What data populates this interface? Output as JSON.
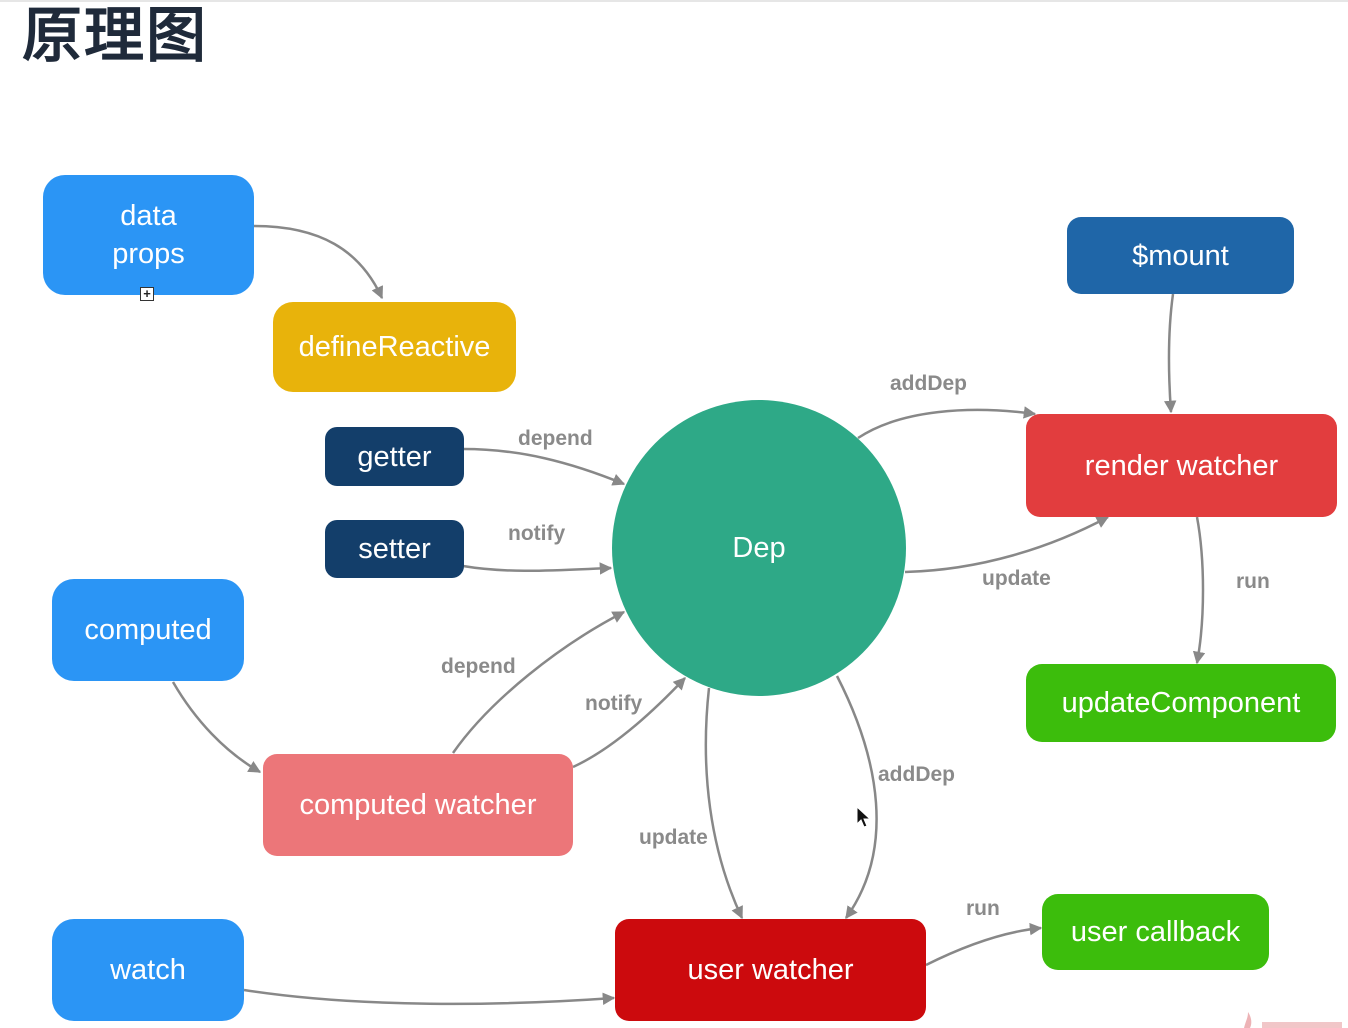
{
  "title": "原理图",
  "nodes": {
    "data_props": {
      "lines": [
        "data",
        "props"
      ],
      "color": "#2b95f5"
    },
    "define_reactive": {
      "label": "defineReactive",
      "color": "#e8b30b"
    },
    "getter": {
      "label": "getter",
      "color": "#133e6a"
    },
    "setter": {
      "label": "setter",
      "color": "#133e6a"
    },
    "computed": {
      "label": "computed",
      "color": "#2b95f5"
    },
    "computed_watcher": {
      "label": "computed watcher",
      "color": "#ec7679"
    },
    "watch": {
      "label": "watch",
      "color": "#2b95f5"
    },
    "dep": {
      "label": "Dep",
      "color": "#2ea987"
    },
    "mount": {
      "label": "$mount",
      "color": "#1f66a8"
    },
    "render_watcher": {
      "label": "render watcher",
      "color": "#e23d3e"
    },
    "update_component": {
      "label": "updateComponent",
      "color": "#3cbd0c"
    },
    "user_watcher": {
      "label": "user watcher",
      "color": "#cc0a0d"
    },
    "user_callback": {
      "label": "user callback",
      "color": "#3cbd0c"
    }
  },
  "edges": [
    {
      "from": "data_props",
      "to": "define_reactive",
      "label": ""
    },
    {
      "from": "getter",
      "to": "dep",
      "label": "depend"
    },
    {
      "from": "setter",
      "to": "dep",
      "label": "notify"
    },
    {
      "from": "computed",
      "to": "computed_watcher",
      "label": ""
    },
    {
      "from": "computed_watcher",
      "to": "dep",
      "label": "depend"
    },
    {
      "from": "computed_watcher",
      "to": "dep",
      "label": "notify"
    },
    {
      "from": "dep",
      "to": "render_watcher",
      "label": "addDep"
    },
    {
      "from": "dep",
      "to": "render_watcher",
      "label": "update"
    },
    {
      "from": "mount",
      "to": "render_watcher",
      "label": ""
    },
    {
      "from": "render_watcher",
      "to": "update_component",
      "label": "run"
    },
    {
      "from": "dep",
      "to": "user_watcher",
      "label": "update"
    },
    {
      "from": "dep",
      "to": "user_watcher",
      "label": "addDep"
    },
    {
      "from": "watch",
      "to": "user_watcher",
      "label": ""
    },
    {
      "from": "user_watcher",
      "to": "user_callback",
      "label": "run"
    }
  ],
  "edge_color": "#888888",
  "label_color": "#8a8a8a"
}
